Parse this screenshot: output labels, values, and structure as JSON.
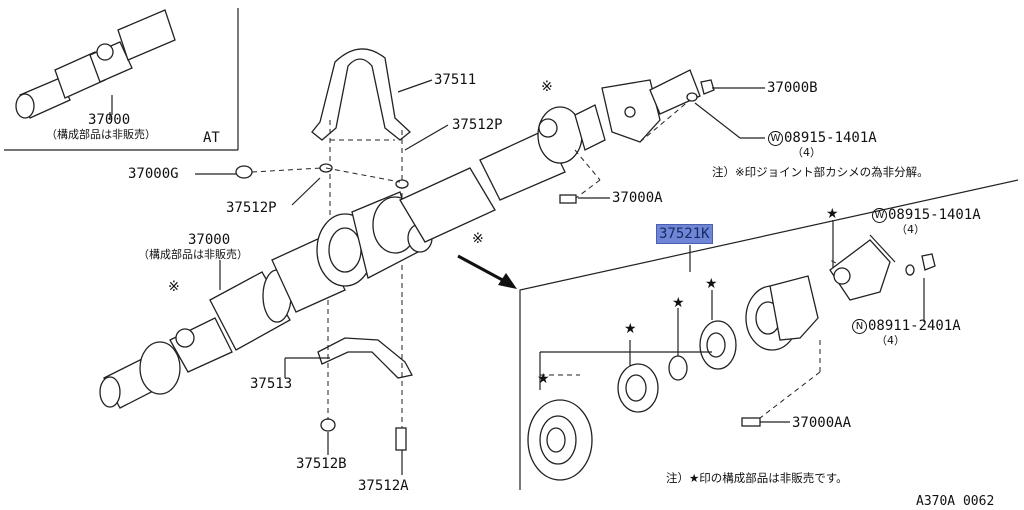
{
  "labels": {
    "p37000_inset": "37000",
    "p37000_inset_note": "（構成部品は非販売）",
    "at": "AT",
    "p37511": "37511",
    "p37512P_top": "37512P",
    "p37000B": "37000B",
    "w08915_top": "08915-1401A",
    "w08915_top_qty": "（4）",
    "note_joint": "注）※印ジョイント部カシメの為非分解。",
    "p37000G": "37000G",
    "p37512P_left": "37512P",
    "p37000A": "37000A",
    "p37521K": "37521K",
    "w08915_right": "08915-1401A",
    "w08915_right_qty": "（4）",
    "p37000_main": "37000",
    "p37000_main_note": "（構成部品は非販売）",
    "n08911": "08911-2401A",
    "n08911_qty": "（4）",
    "p37513": "37513",
    "p37000AA": "37000AA",
    "p37512B": "37512B",
    "p37512A": "37512A",
    "note_star": "注）★印の構成部品は非販売です。",
    "ref": "A370A 0062",
    "w_mark": "W",
    "n_mark": "N"
  },
  "symbols": {
    "kome": "※",
    "star": "★"
  },
  "colors": {
    "highlight": "#6f86d6",
    "line": "#222222"
  }
}
